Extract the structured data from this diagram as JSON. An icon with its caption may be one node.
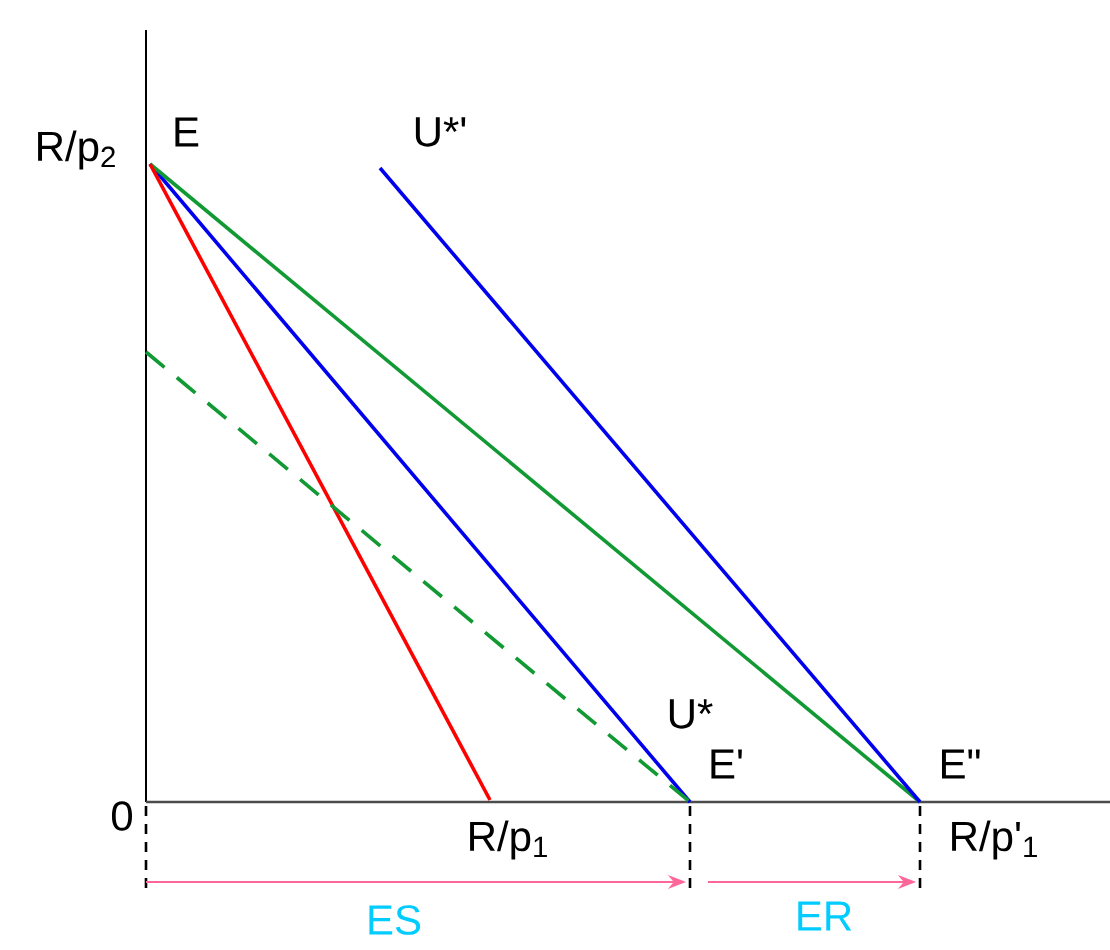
{
  "diagram": {
    "nodes": [
      {
        "text": [
          "E"
        ]
      },
      {
        "text": [
          "U*'"
        ]
      },
      {
        "text": [
          "E'"
        ]
      },
      {
        "text": [
          "E\""
        ]
      },
      {
        "text": [
          "R/p$_{1}$"
        ]
      },
      {
        "text": [
          "0"
        ]
      }
    ],
    "edges": [
      {
        "from": 0,
        "to": 2,
        "arrow": "none",
        "color": "#0000ee"
      },
      {
        "from": 0,
        "to": 3,
        "arrow": "none",
        "color": "#119933"
      },
      {
        "from": 0,
        "to": 4,
        "arrow": "none",
        "color": "#ff0000"
      },
      {
        "from": 1,
        "to": 3,
        "arrow": "none",
        "color": "#0000ee"
      },
      {
        "from": null,
        "to": 2,
        "arrow": "none",
        "style": "dashed",
        "color": "#119933"
      },
      {
        "from": 5,
        "to": 2,
        "arrow": "to",
        "label": "ES",
        "color": "#ff6699"
      },
      {
        "from": 2,
        "to": 3,
        "arrow": "to",
        "label": "ER",
        "color": "#ff6699"
      }
    ],
    "labels": [
      "R/p$_{2}$",
      "U*",
      "R/p'$_{1}$"
    ]
  }
}
